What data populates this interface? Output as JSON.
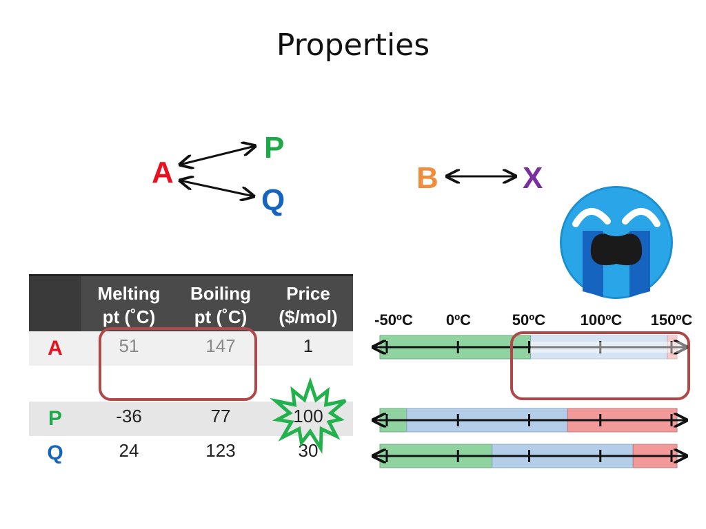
{
  "title": "Properties",
  "diagram": {
    "node_a": "A",
    "node_p": "P",
    "node_q": "Q",
    "node_b": "B",
    "node_x": "X",
    "colors": {
      "a": "#e8121e",
      "p": "#1ea84a",
      "q": "#1565c0",
      "b": "#f08c3a",
      "x": "#7a2fa0"
    }
  },
  "icons": {
    "crying_face": "crying-face-icon",
    "starburst": "starburst-highlight-icon"
  },
  "table": {
    "headers": [
      "Melting\npt (˚C)",
      "Boiling\npt (˚C)",
      "Price\n($/mol)"
    ],
    "header_lines": [
      [
        "Melting",
        "pt (˚C)"
      ],
      [
        "Boiling",
        "pt (˚C)"
      ],
      [
        "Price",
        "($/mol)"
      ]
    ],
    "rows": [
      {
        "label": "A",
        "melting": "51",
        "boiling": "147",
        "price": "1"
      },
      {
        "label": "P",
        "melting": "-36",
        "boiling": "77",
        "price": "100"
      },
      {
        "label": "Q",
        "melting": "24",
        "boiling": "123",
        "price": "30"
      }
    ]
  },
  "phase_scale": {
    "tick_labels": [
      "-50ºC",
      "0ºC",
      "50ºC",
      "100ºC",
      "150ºC"
    ],
    "tick_values": [
      -50,
      0,
      50,
      100,
      150
    ],
    "axis_range": [
      -50,
      150
    ],
    "phase_colors": {
      "solid": "#8fd4a0",
      "liquid": "#b4cde8",
      "gas": "#f29a9a"
    },
    "bars": [
      {
        "substance": "A",
        "melting": 51,
        "boiling": 147,
        "faded": true
      },
      {
        "substance": "P",
        "melting": -36,
        "boiling": 77,
        "faded": false
      },
      {
        "substance": "Q",
        "melting": 24,
        "boiling": 123,
        "faded": false
      }
    ]
  },
  "highlight_color": "#b0484a",
  "starburst_color": "#22b14c"
}
